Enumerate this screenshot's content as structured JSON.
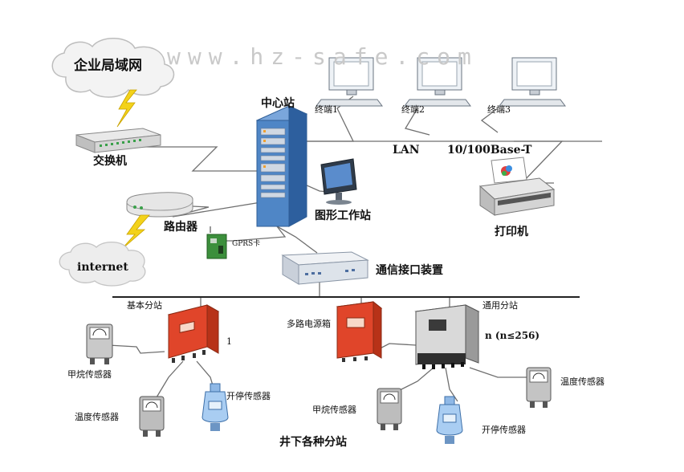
{
  "watermark": "www.hz-safe.com",
  "labels": {
    "enterprise_lan": "企业局域网",
    "switch": "交换机",
    "router": "路由器",
    "internet": "internet",
    "center_station": "中心站",
    "graphics_workstation": "图形工作站",
    "gprs_card": "GPRS卡",
    "terminal1": "终端1",
    "terminal2": "终端2",
    "terminal3": "终端3",
    "lan": "LAN",
    "base_t": "10/100Base-T",
    "printer": "打印机",
    "comm_interface": "通信接口装置",
    "basic_substation": "基本分站",
    "basic_substation_count": "1",
    "multi_power_box": "多路电源箱",
    "general_substation": "通用分站",
    "general_substation_count": "n (n≤256)",
    "methane_sensor_left": "甲烷传感器",
    "temp_sensor_left": "温度传感器",
    "switch_sensor_left": "开停传感器",
    "methane_sensor_mid": "甲烷传感器",
    "switch_sensor_mid": "开停传感器",
    "temp_sensor_right": "温度传感器",
    "underground_substations": "井下各种分站"
  },
  "colors": {
    "line": "#6f6f6f",
    "bus": "#222222",
    "rack_blue": "#4f86c6",
    "station_red": "#e0452a",
    "lightning": "#f3d21a",
    "cloud_fill": "#f3f3f3"
  }
}
